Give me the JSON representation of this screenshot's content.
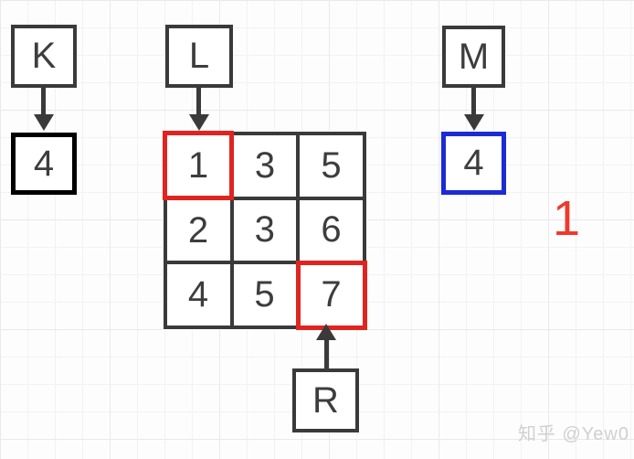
{
  "colors": {
    "stroke_dark": "#3a3a3a",
    "stroke_black": "#000000",
    "highlight_red": "#e02420",
    "annotation_red": "#ee3a2c",
    "pointer_blue": "#1b2bd6",
    "watermark_gray": "#d0d0d0",
    "grid_line": "#f2f2f5"
  },
  "pointers": {
    "k": {
      "label": "K",
      "value": "4"
    },
    "l": {
      "label": "L"
    },
    "m": {
      "label": "M",
      "value": "4"
    },
    "r": {
      "label": "R"
    }
  },
  "matrix": {
    "rows": [
      [
        "1",
        "3",
        "5"
      ],
      [
        "2",
        "3",
        "6"
      ],
      [
        "4",
        "5",
        "7"
      ]
    ],
    "highlighted_cells": [
      {
        "row": 0,
        "col": 0
      },
      {
        "row": 2,
        "col": 2
      }
    ]
  },
  "annotation": {
    "number": "1"
  },
  "watermark": {
    "text": "知乎 @Yew0"
  }
}
